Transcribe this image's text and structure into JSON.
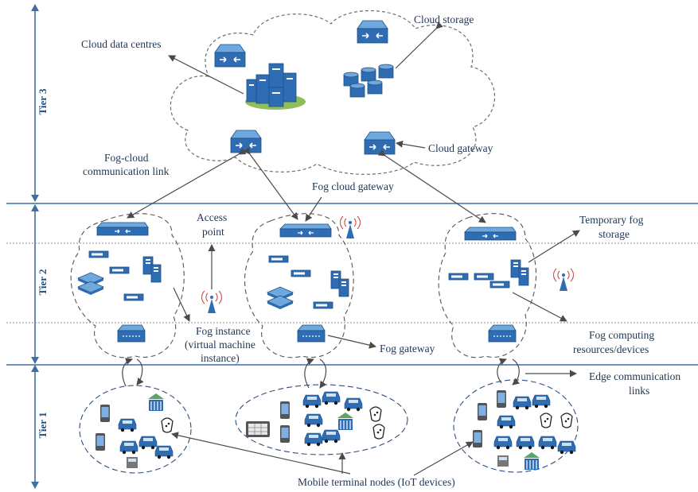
{
  "tiers": {
    "tier3": "Tier 3",
    "tier2": "Tier 2",
    "tier1": "Tier 1"
  },
  "labels": {
    "cloud_data_centres": "Cloud data centres",
    "cloud_storage": "Cloud storage",
    "cloud_gateway": "Cloud gateway",
    "fog_cloud_link_1": "Fog-cloud",
    "fog_cloud_link_2": "communication link",
    "fog_cloud_gateway": "Fog cloud gateway",
    "access_point_1": "Access",
    "access_point_2": "point",
    "temp_fog_storage_1": "Temporary fog",
    "temp_fog_storage_2": "storage",
    "fog_instance_1": "Fog instance",
    "fog_instance_2": "(virtual machine",
    "fog_instance_3": "instance)",
    "fog_gateway": "Fog gateway",
    "fog_computing_1": "Fog computing",
    "fog_computing_2": "resources/devices",
    "edge_links_1": "Edge communication",
    "edge_links_2": "links",
    "mobile_nodes": "Mobile terminal nodes (IoT devices)"
  },
  "colors": {
    "device_blue": "#2e6db4",
    "device_light": "#6fa8dc",
    "band_blue": "#3f6fa6",
    "green_pad": "#8fbf5a",
    "bank_green": "#5aa469"
  }
}
